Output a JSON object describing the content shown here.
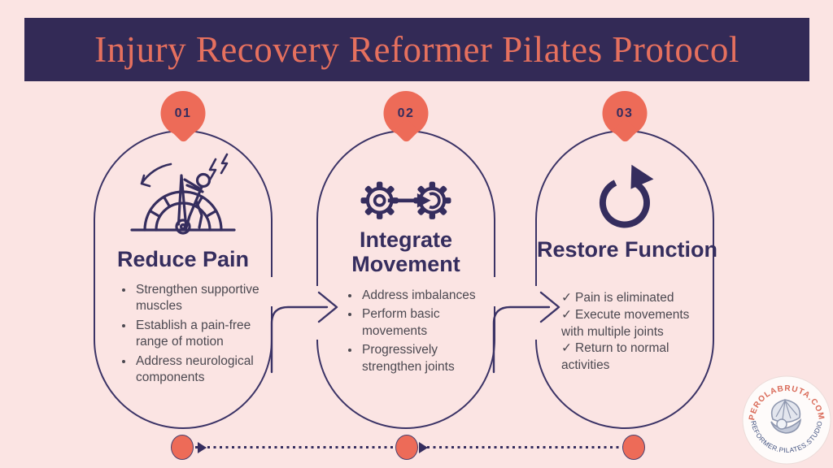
{
  "banner": {
    "title": "Injury Recovery Reformer Pilates Protocol"
  },
  "steps": [
    {
      "number": "01",
      "title": "Reduce Pain",
      "icon": "pain-gauge-icon",
      "list_style": "bullet",
      "bullets": [
        "Strengthen supportive muscles",
        "Establish a pain-free range of motion",
        "Address neurological components"
      ]
    },
    {
      "number": "02",
      "title": "Integrate Movement",
      "icon": "gears-progress-icon",
      "list_style": "bullet",
      "bullets": [
        "Address imbalances",
        "Perform basic movements",
        "Progressively strengthen joints"
      ]
    },
    {
      "number": "03",
      "title": "Restore Function",
      "icon": "restore-cycle-icon",
      "list_style": "check",
      "check_glyph": "✓",
      "bullets": [
        "Pain is eliminated",
        "Execute movements with multiple joints",
        "Return to normal activities"
      ]
    }
  ],
  "footer_logo": {
    "top_text": "PEROLABRUTA.COM",
    "bottom_text": "REFORMER.PILATES.STUDIO"
  },
  "colors": {
    "background": "#FBE4E3",
    "banner_bg": "#332A56",
    "title_text": "#E5705E",
    "accent_coral": "#ED6B58",
    "outline_navy": "#352D5E",
    "body_text_gray": "#4B4850",
    "logo_top_text": "#D96A58",
    "logo_bottom_text": "#41517F"
  }
}
